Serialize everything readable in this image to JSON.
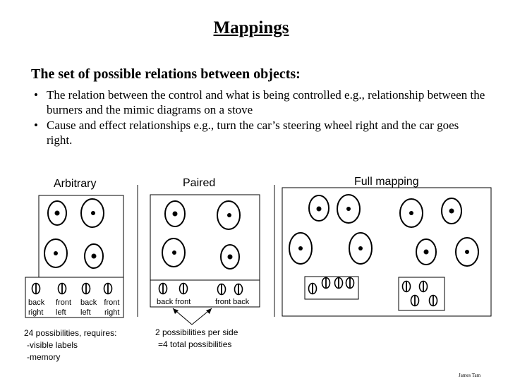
{
  "title": "Mappings",
  "heading": "The set of possible relations between objects:",
  "bullets": [
    "The relation between the control and what is being controlled e.g., relationship between the burners and the mimic diagrams on a stove",
    "Cause and effect relationships e.g., turn the car’s steering wheel right and the car goes right."
  ],
  "panels": {
    "arbitrary": {
      "label": "Arbitrary",
      "knob_labels": [
        [
          "back",
          "right"
        ],
        [
          "front",
          "left"
        ],
        [
          "back",
          "left"
        ],
        [
          "front",
          "right"
        ]
      ],
      "note": [
        "24 possibilities, requires:",
        "-visible labels",
        "-memory"
      ]
    },
    "paired": {
      "label": "Paired",
      "knob_labels": [
        "back front",
        "front back"
      ],
      "note": [
        "2 possibilities per side",
        "=4 total possibilities"
      ]
    },
    "full": {
      "label": "Full mapping"
    }
  },
  "credit": "James Tam"
}
